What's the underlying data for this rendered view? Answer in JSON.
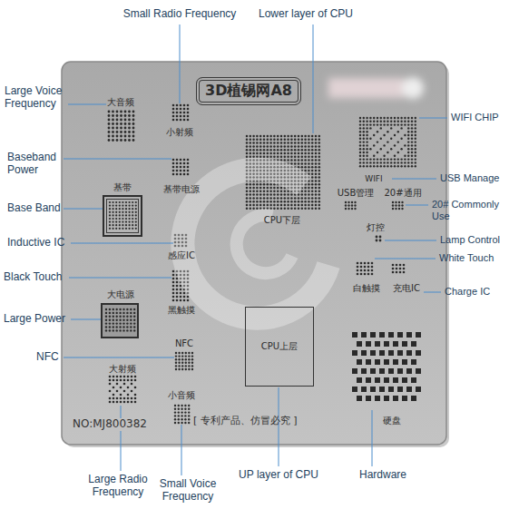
{
  "diagram": {
    "nodes": [
      {
        "text": [
          "3D植锡网A8"
        ]
      },
      {
        "text": [
          "CPU上层"
        ]
      }
    ],
    "labels": [
      "Small Radio Frequency",
      "Lower layer of CPU",
      "Large Voice Frequency",
      "WIFI CHIP",
      "Baseband Power",
      "USB Manage",
      "Base Band",
      "20# Commonly Use",
      "Inductive IC",
      "Lamp Control",
      "Black Touch",
      "White Touch",
      "Charge IC",
      "Large Power",
      "NFC",
      "Large Radio Frequency",
      "Small Voice Frequency",
      "UP layer of CPU",
      "Hardware",
      "大音频",
      "小射频",
      "基带电源",
      "基带",
      "感应IC",
      "黑触摸",
      "大电源",
      "NFC",
      "大射频",
      "小音频",
      "CPU下层",
      "WIFI",
      "USB管理",
      "20#通用",
      "灯控",
      "白触摸",
      "充电IC",
      "硬盘",
      "NO:MJ800382",
      "[ 专利产品、仿冒必究 ]"
    ]
  }
}
